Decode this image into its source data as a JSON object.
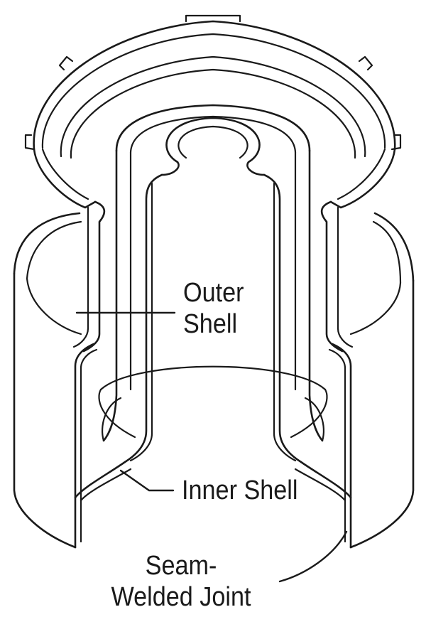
{
  "labels": {
    "outer_shell": {
      "line1": "Outer",
      "line2": "Shell"
    },
    "inner_shell": {
      "text": "Inner Shell"
    },
    "seam_welded_joint": {
      "line1": "Seam-",
      "line2": "Welded Joint"
    }
  },
  "colors": {
    "line": "#1a1a1a",
    "background": "#ffffff"
  }
}
